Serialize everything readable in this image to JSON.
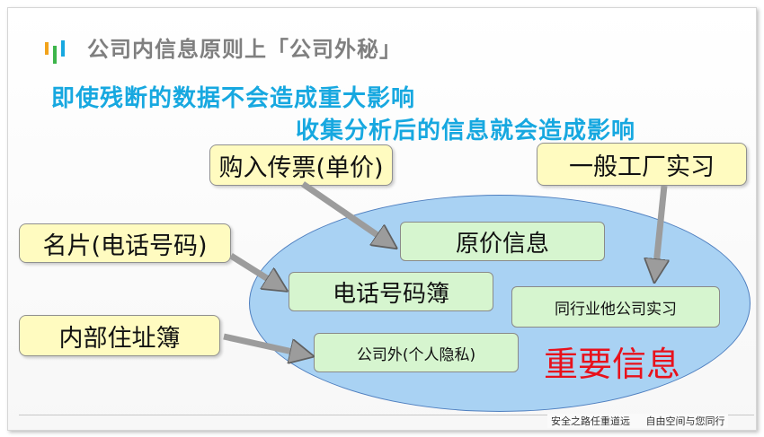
{
  "title": "公司内信息原则上「公司外秘」",
  "headline_1": "即使残断的数据不会造成重大影响",
  "headline_2": "收集分析后的信息就会造成影响",
  "sources": {
    "purchase": "购入传票(单价)",
    "business_card": "名片(电话号码)",
    "address_book": "内部住址簿",
    "factory_tour": "一般工厂实习"
  },
  "info": {
    "cost": "原价信息",
    "phonebook": "电话号码簿",
    "peer_tour": "同行业他公司实习",
    "private": "公司外(个人隐私)"
  },
  "important_label": "重要信息",
  "footer": {
    "slogan_1": "安全之路任重道远",
    "slogan_2": "自由空间与您同行"
  },
  "colors": {
    "headline": "#17a8e0",
    "important": "#e8111b",
    "ellipse": "#a9d2f3",
    "source_box": "#fffbc0",
    "info_box": "#d6f5cf"
  }
}
